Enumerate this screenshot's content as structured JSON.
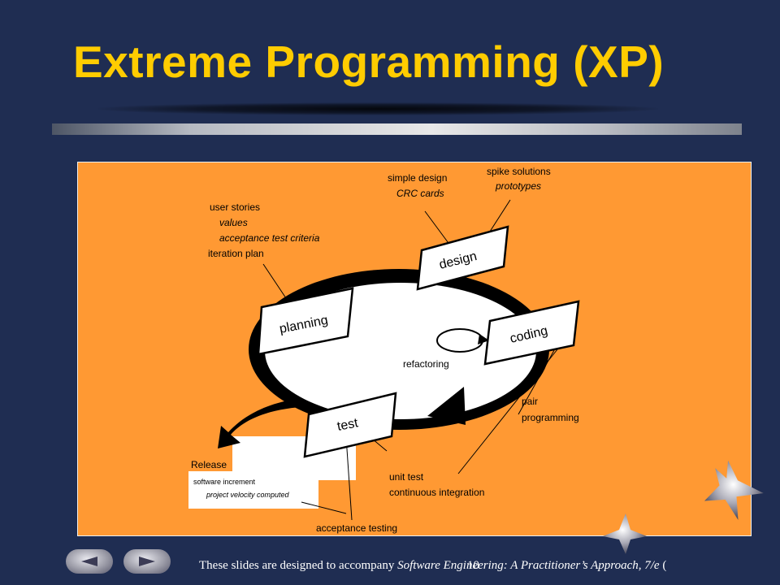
{
  "slide": {
    "title": "Extreme Programming (XP)",
    "footer_prefix": "These slides are designed to accompany ",
    "footer_italic": "Software Engineering: A Practitioner’s Approach, 7/e",
    "footer_suffix": " (",
    "page_number": "10"
  },
  "diagram": {
    "activities": {
      "planning": "planning",
      "design": "design",
      "coding": "coding",
      "test": "test"
    },
    "refactoring": "refactoring",
    "planning_notes": [
      "user stories",
      "values",
      "acceptance test criteria",
      "iteration plan"
    ],
    "design_notes": [
      "simple design",
      "CRC cards"
    ],
    "spike_notes": [
      "spike solutions",
      "prototypes"
    ],
    "coding_notes": [
      "pair",
      "programming"
    ],
    "test_notes": [
      "unit test",
      "continuous integration"
    ],
    "acceptance_testing": "acceptance testing",
    "release": {
      "label": "Release",
      "items": [
        "software increment",
        "project velocity computed"
      ]
    }
  },
  "colors": {
    "background": "#1f2d52",
    "title": "#ffcc00",
    "diagram_fill": "#ff9933"
  }
}
